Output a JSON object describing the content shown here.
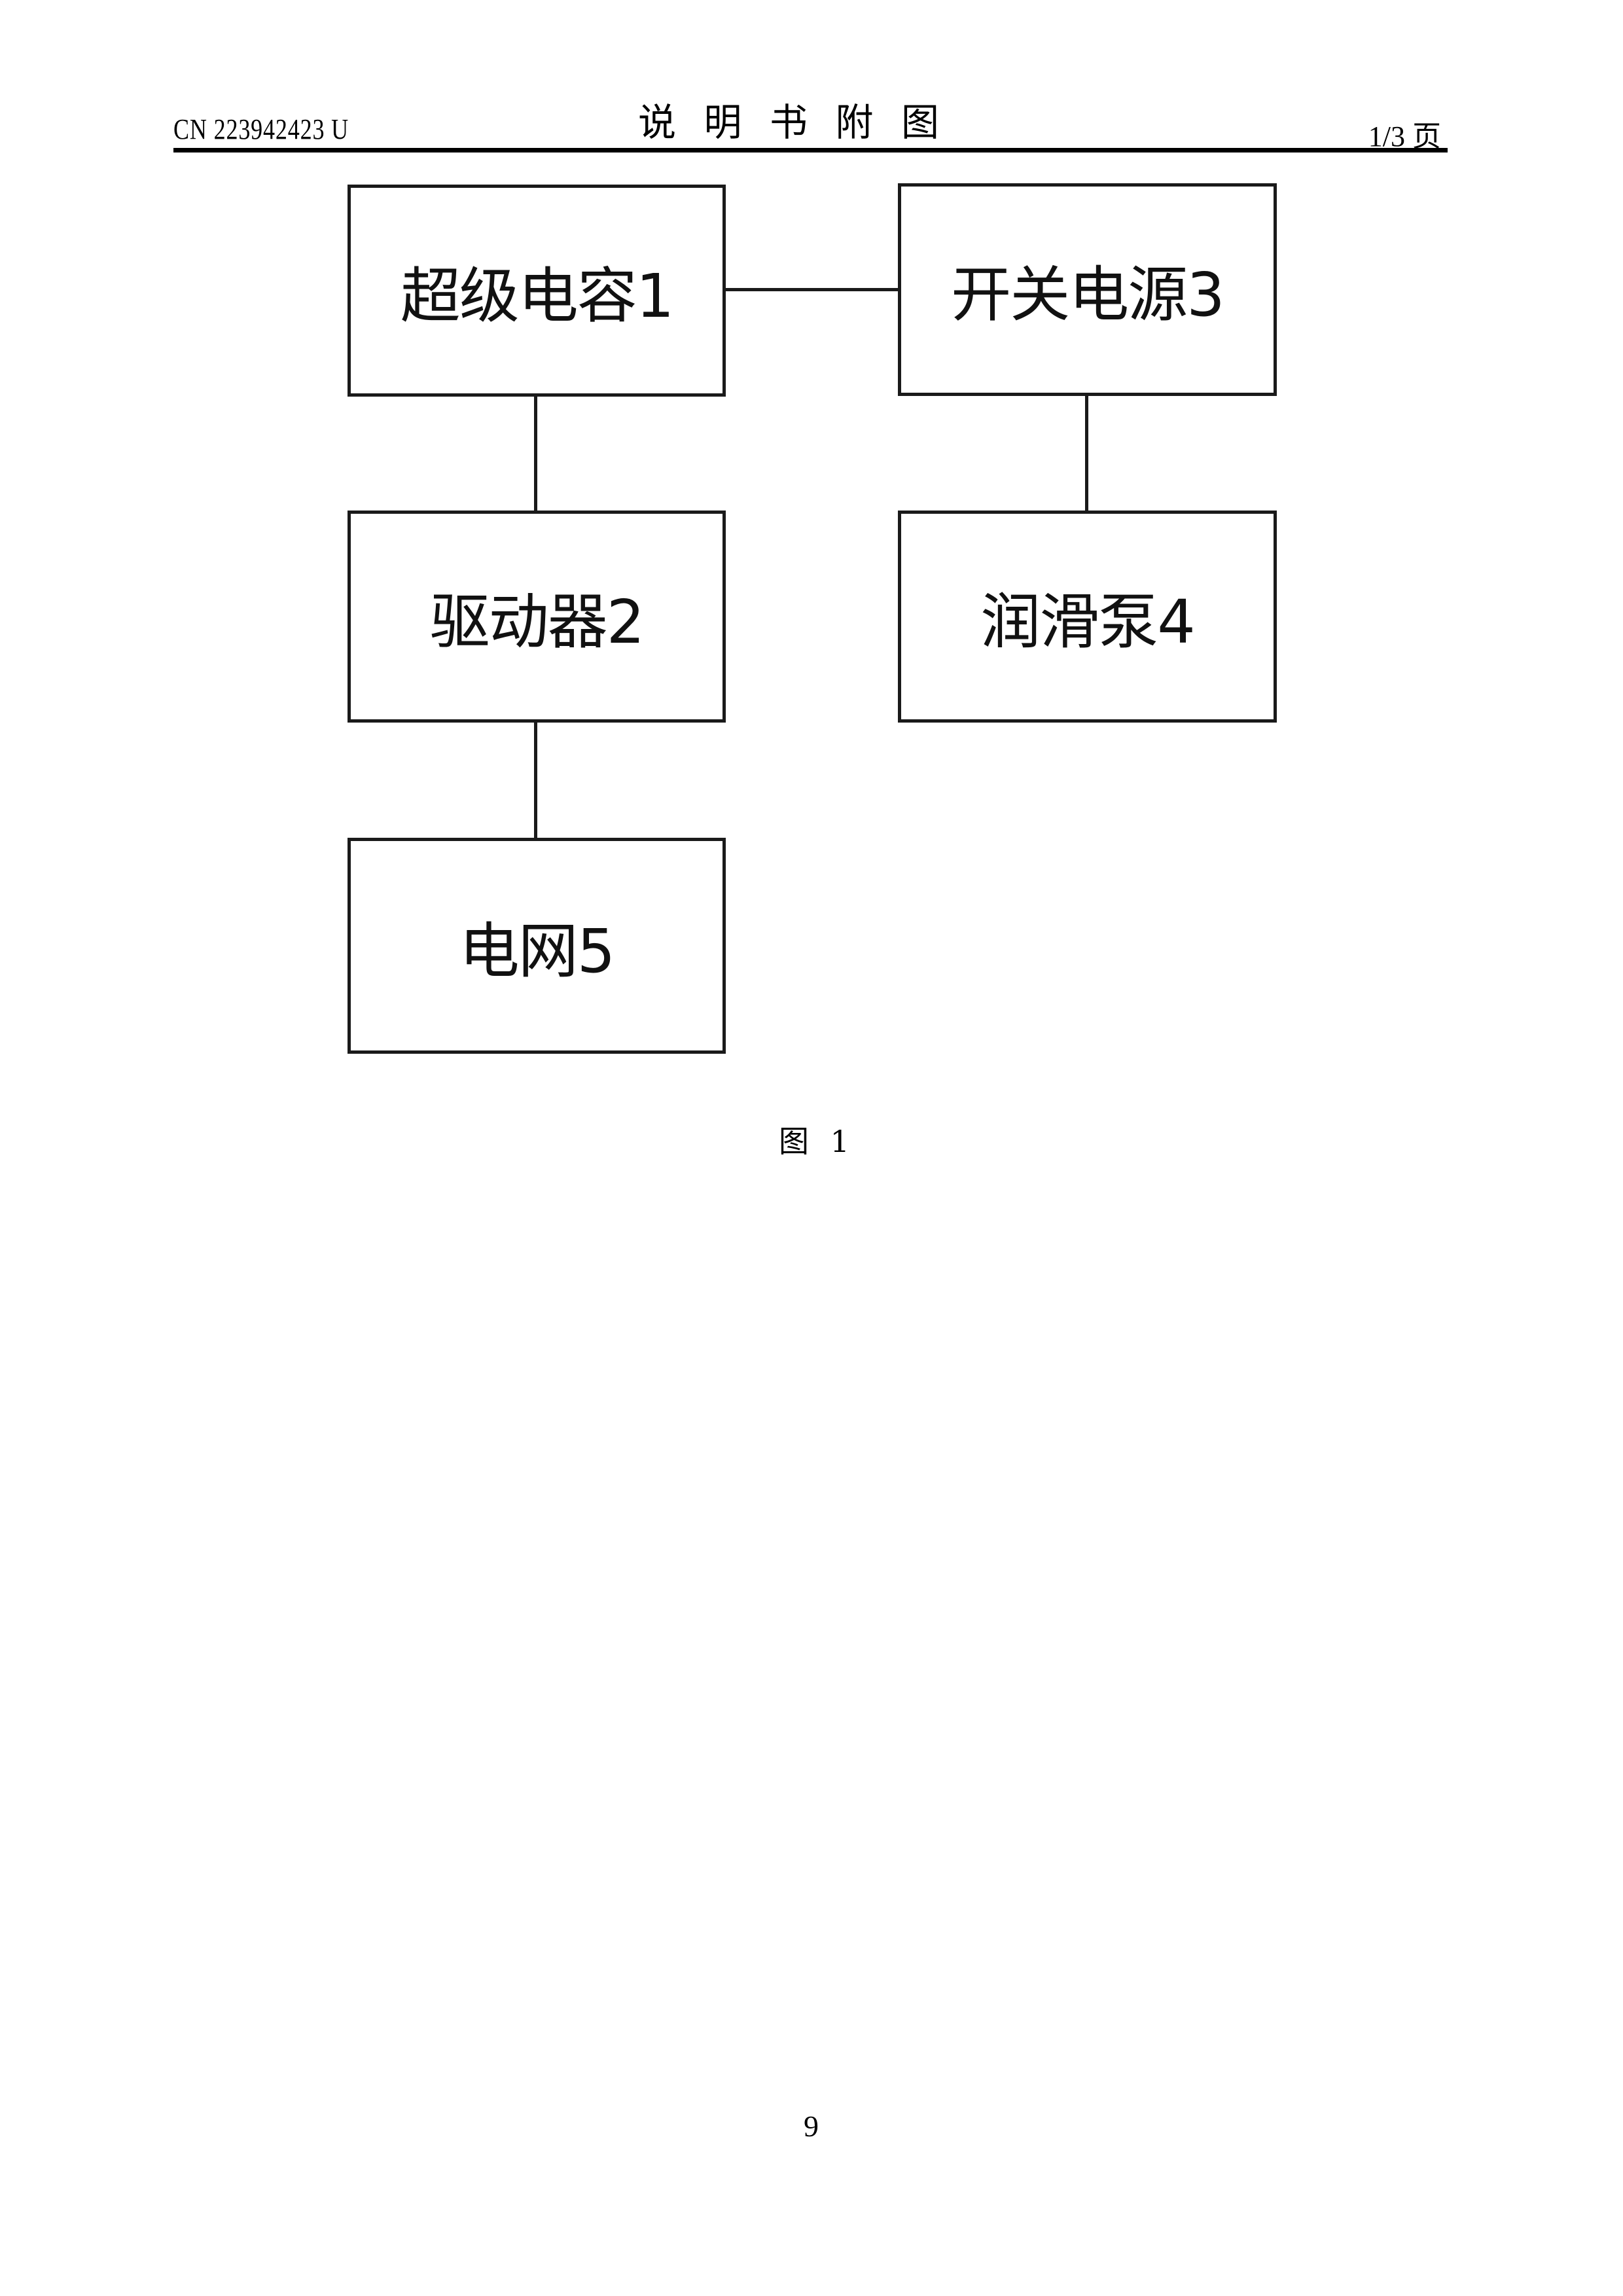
{
  "header": {
    "doc_number": "CN 223942423 U",
    "title_chars": [
      "说",
      "明",
      "书",
      "附",
      "图"
    ],
    "page_indicator": "1/3 页"
  },
  "diagram": {
    "boxes": [
      {
        "id": 1,
        "label": "超级电容1"
      },
      {
        "id": 2,
        "label": "驱动器2"
      },
      {
        "id": 3,
        "label": "开关电源3"
      },
      {
        "id": 4,
        "label": "润滑泵4"
      },
      {
        "id": 5,
        "label": "电网5"
      }
    ],
    "connections": [
      {
        "from": 1,
        "to": 3
      },
      {
        "from": 1,
        "to": 2
      },
      {
        "from": 2,
        "to": 5
      },
      {
        "from": 3,
        "to": 4
      }
    ],
    "caption": "图 1"
  },
  "footer": {
    "page_number": "9"
  }
}
